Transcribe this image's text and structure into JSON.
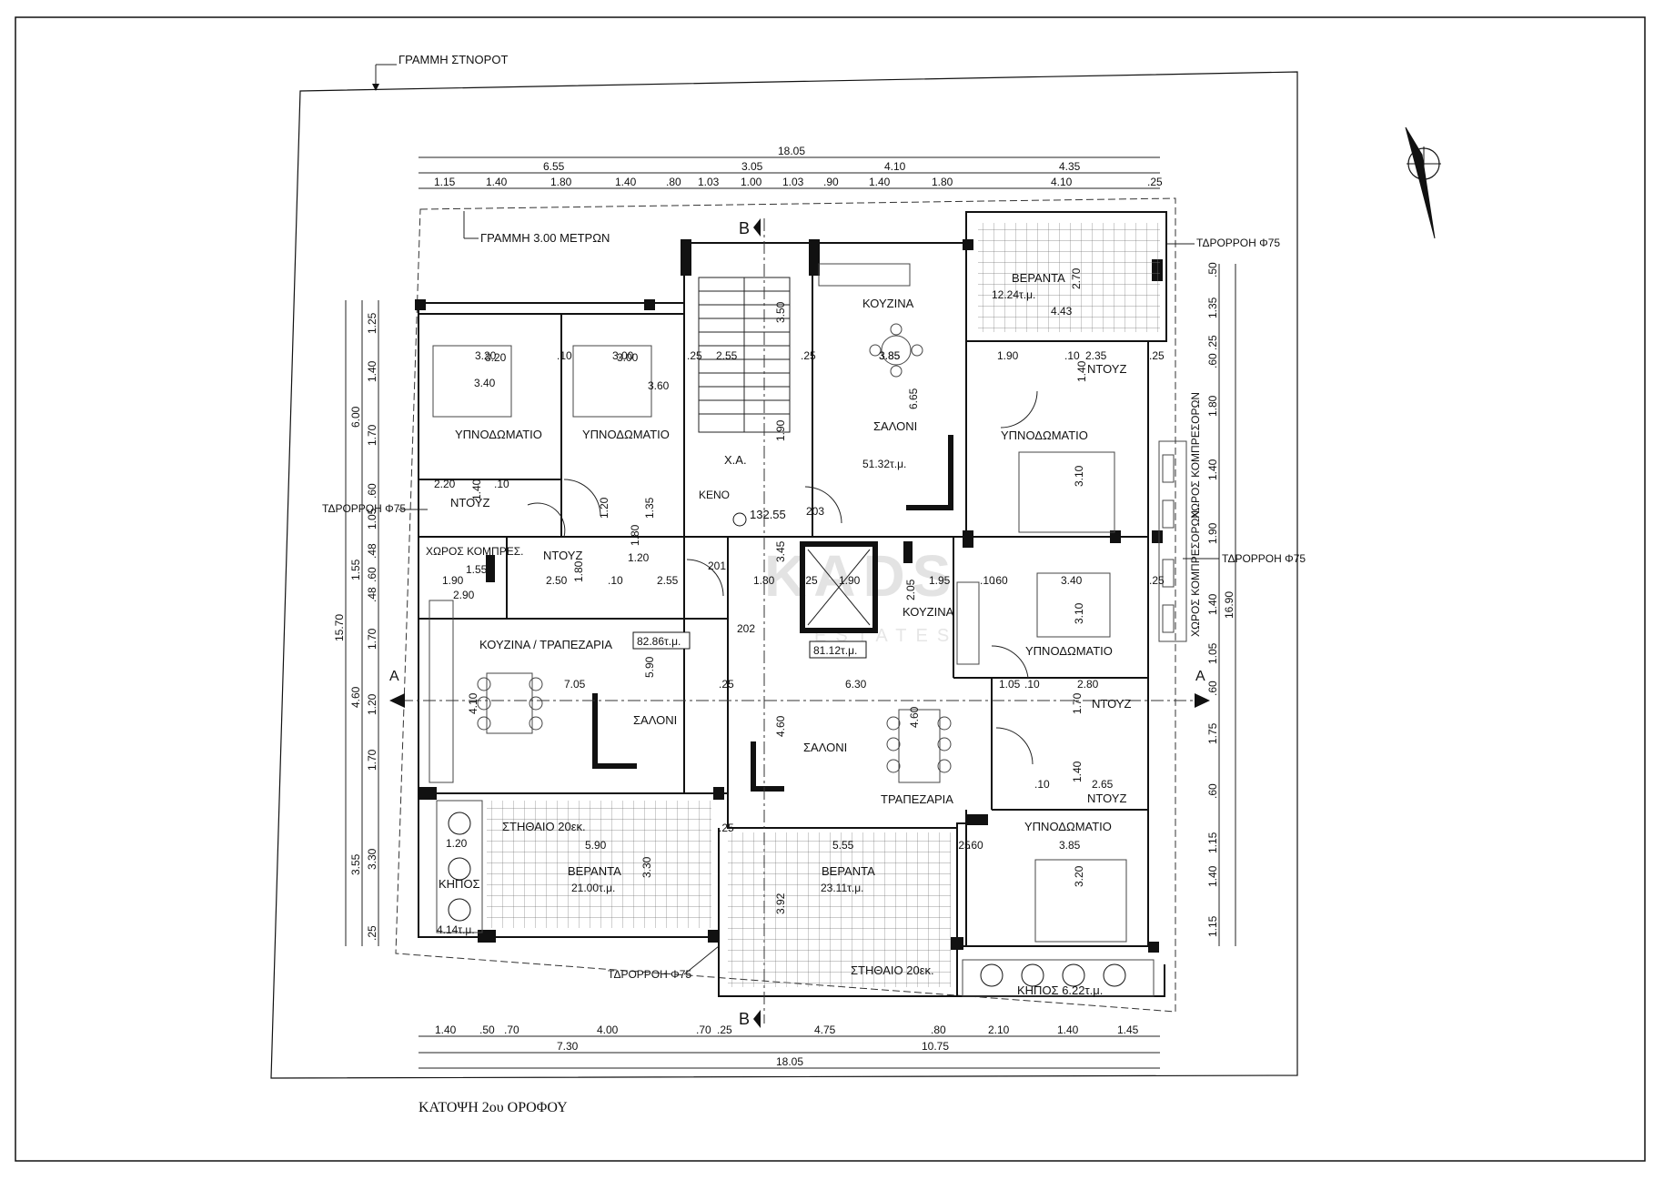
{
  "drawing": {
    "title": "ΚΑΤΟΨΗ 2ου ΟΡΟΦΟΥ",
    "boundary_label": "ΓΡΑΜΜΗ ΣΤΝΟΡΟΤ",
    "setback_label": "ΓΡΑΜΜΗ 3.00 ΜΕΤΡΩΝ",
    "watermark": "KADS",
    "watermark_sub": "ESTATES",
    "section_a": "A",
    "section_b": "B",
    "level_mark": "132.55"
  },
  "drains": [
    {
      "label": "ΤΔΡΟΡΡΟΗ Φ75"
    },
    {
      "label": "ΤΔΡΟΡΡΟΗ Φ75"
    },
    {
      "label": "ΤΔΡΟΡΡΟΗ Φ75"
    },
    {
      "label": "ΤΔΡΟΡΡΟΗ Φ75"
    }
  ],
  "rooms": [
    {
      "name": "ΥΠΝΟΔΩΜΑΤΙΟ",
      "w": "3.20",
      "h": "3.40"
    },
    {
      "name": "ΥΠΝΟΔΩΜΑΤΙΟ",
      "w": "3.00",
      "h": "3.60"
    },
    {
      "name": "ΝΤΟΥΖ"
    },
    {
      "name": "ΝΤΟΥΖ"
    },
    {
      "name": "ΧΩΡΟΣ ΚΟΜΠΡΕΣ."
    },
    {
      "name": "ΚΟΥΖΙΝΑ / ΤΡΑΠΕΖΑΡΙΑ"
    },
    {
      "name": "ΣΑΛΟΝΙ"
    },
    {
      "name": "ΒΕΡΑΝΤΑ",
      "area": "21.00τ.μ."
    },
    {
      "name": "ΚΗΠΟΣ",
      "area": "4.14τ.μ."
    },
    {
      "name": "ΣΤΗΘΑΙΟ 20εκ."
    },
    {
      "name": "Χ.Α."
    },
    {
      "name": "ΚΕΝΟ"
    },
    {
      "name": "ΚΟΥΖΙΝΑ",
      "w": "3.85"
    },
    {
      "name": "ΣΑΛΟΝΙ",
      "area": "51.32τ.μ."
    },
    {
      "name": "ΒΕΡΑΝΤΑ",
      "area": "12.24τ.μ."
    },
    {
      "name": "ΝΤΟΥΖ"
    },
    {
      "name": "ΥΠΝΟΔΩΜΑΤΙΟ"
    },
    {
      "name": "ΧΩΡΟΣ ΚΟΜΠΡΕΣΟΡΩΝ"
    },
    {
      "name": "ΧΩΡΟΣ ΚΟΜΠΡΕΣΟΡΩΝ"
    },
    {
      "name": "ΚΟΥΖΙΝΑ"
    },
    {
      "name": "ΥΠΝΟΔΩΜΑΤΙΟ"
    },
    {
      "name": "ΣΑΛΟΝΙ"
    },
    {
      "name": "ΤΡΑΠΕΖΑΡΙΑ"
    },
    {
      "name": "ΝΤΟΥΖ"
    },
    {
      "name": "ΝΤΟΥΖ"
    },
    {
      "name": "ΥΠΝΟΔΩΜΑΤΙΟ"
    },
    {
      "name": "ΒΕΡΑΝΤΑ",
      "area": "23.11τ.μ."
    },
    {
      "name": "ΣΤΗΘΑΙΟ 20εκ."
    },
    {
      "name": "ΚΗΠΟΣ 6.22τ.μ."
    }
  ],
  "apartment_areas": [
    "82.86τ.μ.",
    "81.12τ.μ."
  ],
  "doors": [
    "201",
    "202",
    "203"
  ],
  "top_dims": {
    "overall": "18.05",
    "row1": [
      "6.55",
      "3.05",
      "4.10",
      "4.35"
    ],
    "row2": [
      "1.15",
      "1.40",
      "1.80",
      "1.40",
      ".80",
      "1.03",
      "1.00",
      "1.03",
      ".90",
      "1.40",
      "1.80",
      "4.10",
      ".25"
    ]
  },
  "bottom_dims": {
    "row1": [
      "1.40",
      ".50",
      ".70",
      "4.00",
      ".70",
      ".25",
      "4.75",
      ".80",
      "2.10",
      "1.40",
      "1.45"
    ],
    "row2": [
      "7.30",
      "10.75"
    ],
    "overall": "18.05"
  },
  "left_dims": {
    "overall": "15.70",
    "row1": [
      "6.00",
      "1.55",
      "4.60",
      "3.55"
    ],
    "row2": [
      "1.25",
      "1.40",
      "1.70",
      ".60",
      "1.05",
      ".48",
      ".60",
      ".48",
      "1.70",
      "1.20",
      "1.70",
      "3.30",
      ".25"
    ]
  },
  "right_dims": {
    "overall": "16.90",
    "row": [
      ".50",
      "1.35",
      ".25",
      ".60",
      "1.80",
      "1.40",
      "1.90",
      "1.40",
      "1.05",
      ".60",
      "1.75",
      ".60",
      "1.15",
      "1.40",
      "1.15"
    ]
  },
  "interior_dims": [
    "3.20",
    ".10",
    "3.00",
    ".25",
    "2.55",
    ".25",
    "3.85",
    "1.90",
    ".10",
    "2.35",
    ".25",
    "2.20",
    ".10",
    "1.20",
    "1.35",
    "1.20",
    "1.90",
    "1.55",
    "2.90",
    "2.50",
    "1.80",
    ".10",
    "2.55",
    "3.45",
    "1.80",
    ".25",
    "1.90",
    "2.05",
    "1.95",
    ".10",
    ".60",
    "3.40",
    ".25",
    "3.10",
    "3.10",
    "7.05",
    "5.90",
    "4.10",
    ".25",
    "6.30",
    "1.05",
    ".10",
    "2.80",
    "1.70",
    "4.60",
    "4.60",
    "1.40",
    ".10",
    "2.65",
    "5.90",
    "1.20",
    "3.30",
    "5.55",
    "3.92",
    ".25",
    ".60",
    "3.85",
    "3.20",
    "3.50",
    "1.90",
    "6.65",
    "2.70",
    "4.43",
    "1.40",
    "1.40",
    "1.80",
    ".25"
  ]
}
